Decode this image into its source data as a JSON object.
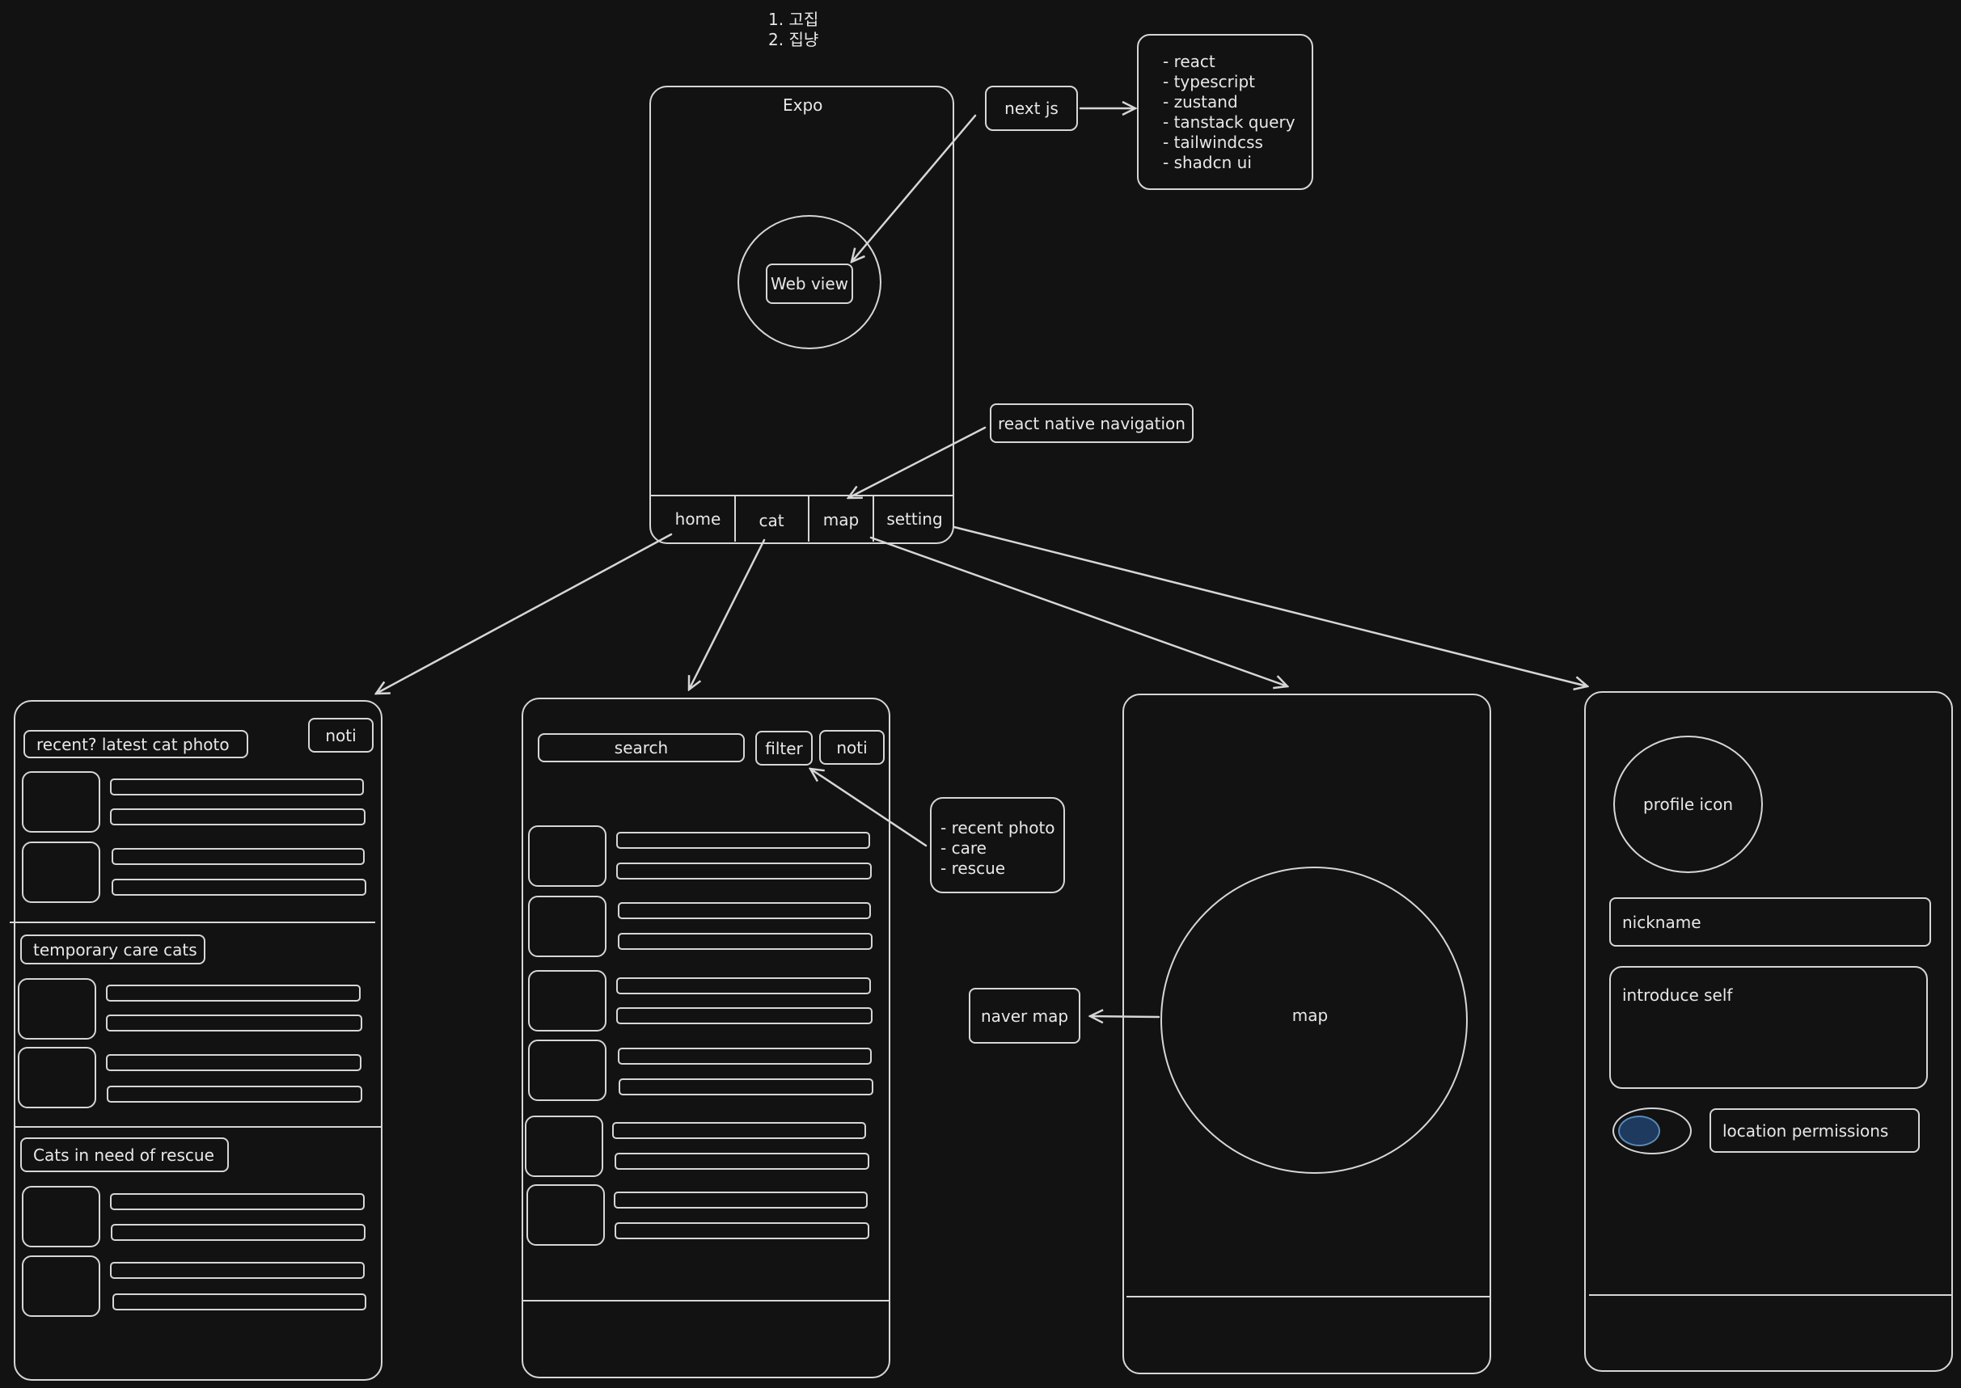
{
  "notes": [
    "1. 고집",
    "2. 집냥"
  ],
  "expo": {
    "title": "Expo",
    "webview_label": "Web view",
    "tabs": [
      "home",
      "cat",
      "map",
      "setting"
    ]
  },
  "nextjs": {
    "label": "next js",
    "stack": [
      "- react",
      "- typescript",
      "- zustand",
      "- tanstack query",
      "- tailwindcss",
      "- shadcn ui"
    ]
  },
  "navigation_label": "react native navigation",
  "home_screen": {
    "section_1": "recent? latest cat photo",
    "noti": "noti",
    "section_2": "temporary care cats",
    "section_3": "Cats in need of rescue"
  },
  "cat_screen": {
    "search": "search",
    "filter": "filter",
    "noti": "noti",
    "filter_options": [
      "- recent photo",
      "- care",
      "- rescue"
    ]
  },
  "map_screen": {
    "map_label": "map",
    "naver_map_label": "naver map"
  },
  "setting_screen": {
    "profile_icon": "profile icon",
    "nickname": "nickname",
    "introduce": "introduce self",
    "location": "location permissions",
    "toggle_color": "#1e3a5f"
  }
}
